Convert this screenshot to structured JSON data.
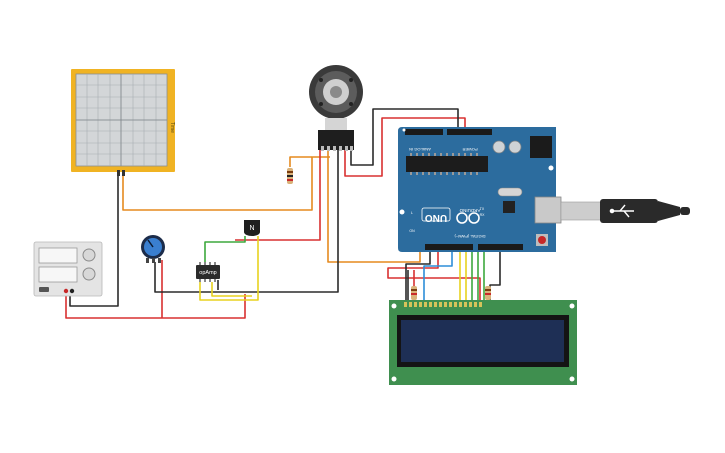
{
  "oscilloscope": {
    "label": "Time"
  },
  "power_supply": {},
  "potentiometer": {},
  "transistor": {
    "label": "N"
  },
  "opamp": {
    "label": "opAmp"
  },
  "motor": {},
  "arduino": {
    "brand": "ARDUINO",
    "model": "UNO",
    "power_label": "POWER",
    "analog_label": "ANALOG IN",
    "digital_label": "DIGITAL (PWM~)",
    "tx_label": "TX",
    "rx_label": "RX",
    "l_label": "L",
    "on_label": "ON"
  },
  "lcd": {},
  "usb_cable": {},
  "colors": {
    "wire_red": "#d93030",
    "wire_black": "#2b2b2b",
    "wire_orange": "#e58a1f",
    "wire_green": "#3da83d",
    "wire_yellow": "#e8d21f",
    "wire_blue": "#2d8ed8",
    "arduino_blue": "#2c6c9e",
    "lcd_green": "#3f8f4f",
    "lcd_screen": "#1e2f55",
    "scope_frame": "#f0b323"
  }
}
